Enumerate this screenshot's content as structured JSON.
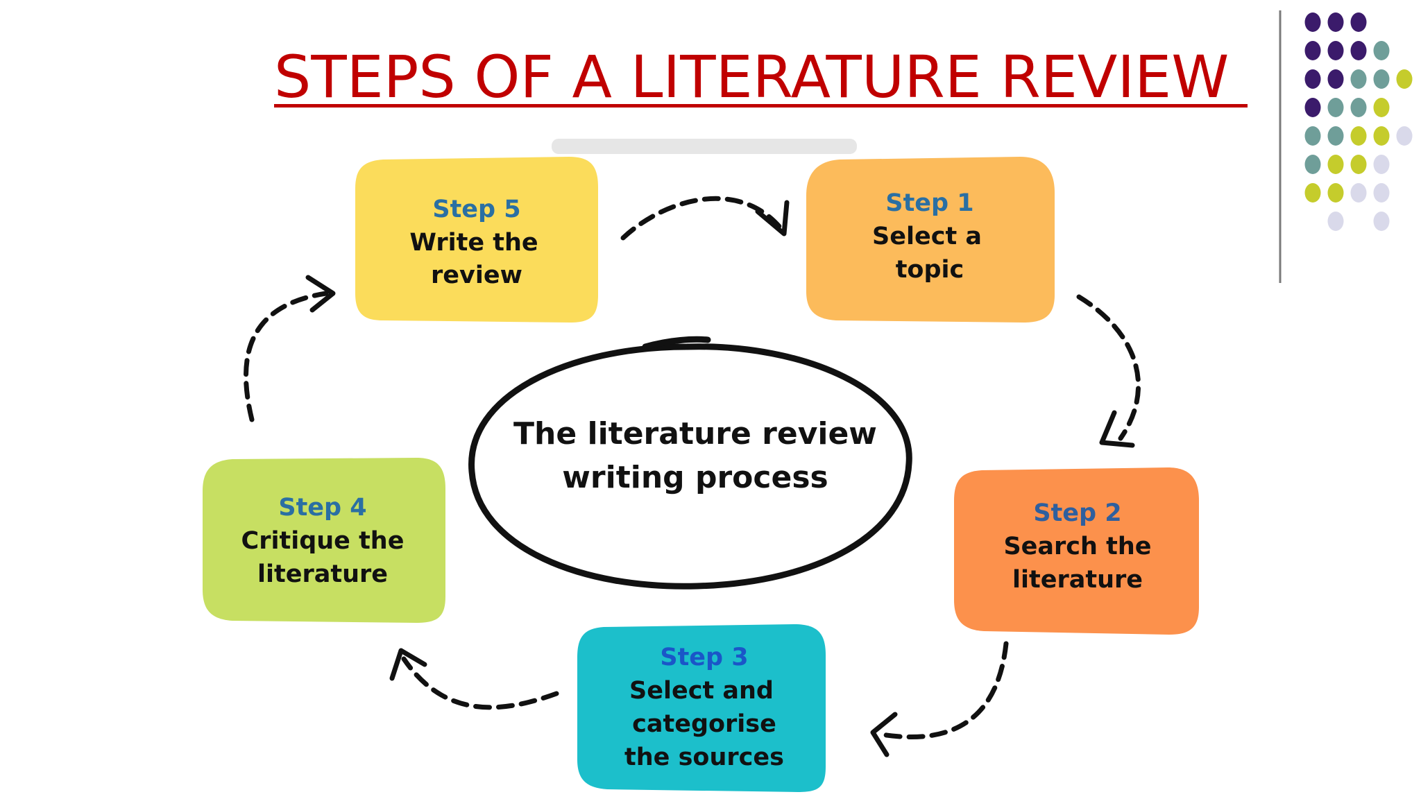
{
  "slide": {
    "title": "STEPS OF A LITERATURE REVIEW "
  },
  "diagram": {
    "center": {
      "line1": "The literature review",
      "line2": "writing process"
    },
    "steps": [
      {
        "label": "Step 1",
        "lines": [
          "Select a",
          "topic"
        ],
        "color": "#fcbb5b",
        "label_color": "#2a6fa3"
      },
      {
        "label": "Step 2",
        "lines": [
          "Search the",
          "literature"
        ],
        "color": "#fc914c",
        "label_color": "#2f5f9e"
      },
      {
        "label": "Step 3",
        "lines": [
          "Select  and",
          "categorise",
          "the sources"
        ],
        "color": "#1cbfcb",
        "label_color": "#1a56c8"
      },
      {
        "label": "Step 4",
        "lines": [
          "Critique the",
          "literature"
        ],
        "color": "#c7df62",
        "label_color": "#2a6fa3"
      },
      {
        "label": "Step 5",
        "lines": [
          "Write the",
          "review"
        ],
        "color": "#fbdc5b",
        "label_color": "#2a6fa3"
      }
    ]
  },
  "decor": {
    "dot_colors": {
      "purple": "#3b1b6b",
      "teal": "#6f9e99",
      "lime": "#c5cc2c",
      "lavender": "#d9d9ea"
    }
  }
}
